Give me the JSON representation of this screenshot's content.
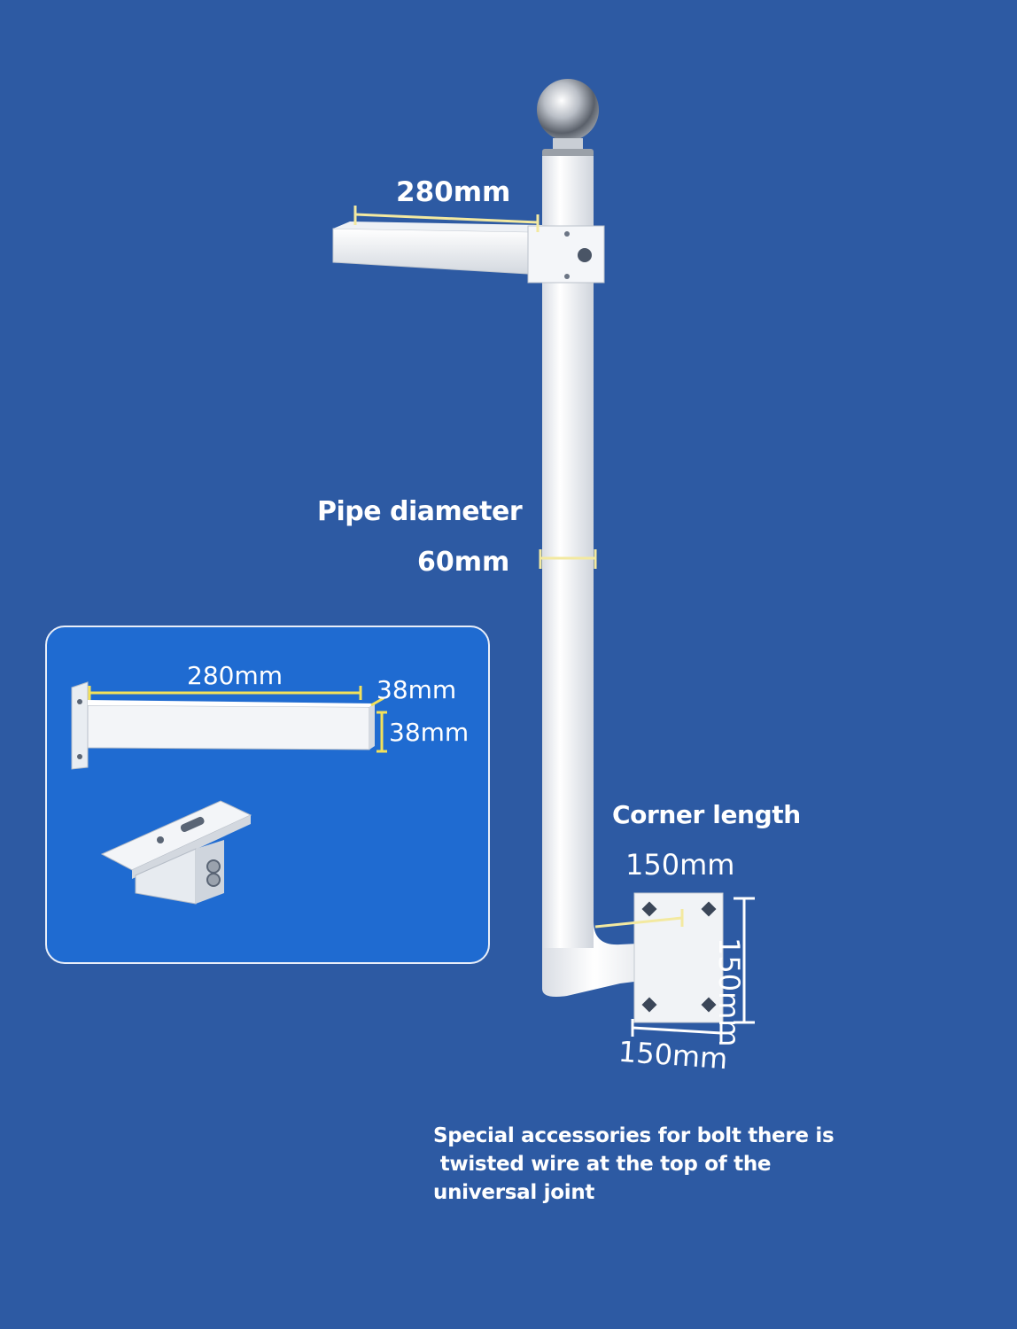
{
  "labels": {
    "arm_length_top": "280mm",
    "pipe_diameter_title": "Pipe diameter",
    "pipe_diameter_value": "60mm",
    "corner_length_title": "Corner length",
    "corner_length_value": "150mm",
    "plate_height": "150mm",
    "plate_width": "150mm"
  },
  "inset": {
    "arm_length": "280mm",
    "arm_height": "38mm",
    "arm_depth": "38mm"
  },
  "note": {
    "line1": "Special accessories for bolt there is",
    "line2": " twisted wire at the top of the",
    "line3": "universal joint"
  },
  "colors": {
    "background": "#2d5aa3",
    "inset_background": "#1f6bd1",
    "dimension_line": "#f3e9a0",
    "metal": "#f2f4f7"
  }
}
